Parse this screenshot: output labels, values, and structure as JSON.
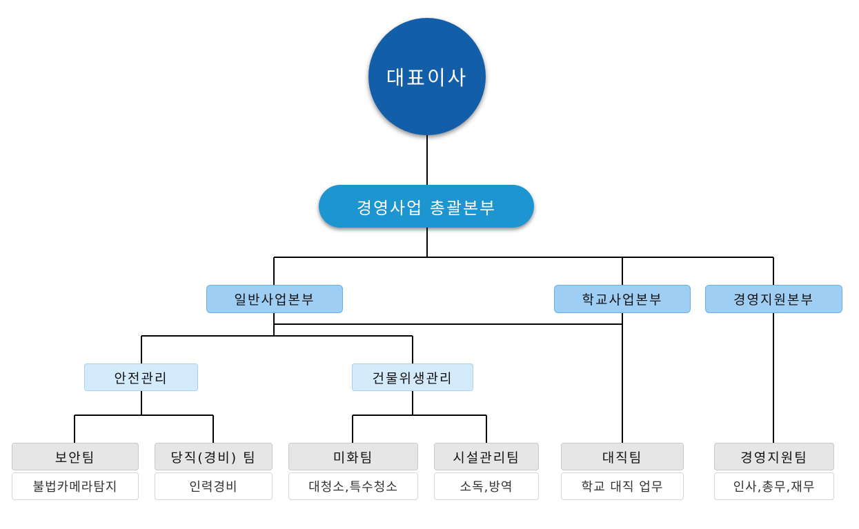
{
  "ceo": "대표이사",
  "hq": "경영사업 총괄본부",
  "divisions": {
    "general": "일반사업본부",
    "school": "학교사업본부",
    "support": "경영지원본부"
  },
  "sub_divisions": {
    "safety": "안전관리",
    "sanitation": "건물위생관리"
  },
  "teams": {
    "security": {
      "name": "보안팀",
      "desc": "불법카메라탐지"
    },
    "guard": {
      "name": "당직(경비) 팀",
      "desc": "인력경비"
    },
    "beautify": {
      "name": "미화팀",
      "desc": "대청소,특수청소"
    },
    "facility": {
      "name": "시설관리팀",
      "desc": "소독,방역"
    },
    "night": {
      "name": "대직팀",
      "desc": "학교 대직 업무"
    },
    "support": {
      "name": "경영지원팀",
      "desc": "인사,총무,재무"
    }
  },
  "colors": {
    "ceo": "#135ea8",
    "hq": "#1d95d1",
    "division": "#9ecef4",
    "sub_division": "#d4ebfb",
    "team": "#e6e6e6",
    "line": "#000000"
  }
}
